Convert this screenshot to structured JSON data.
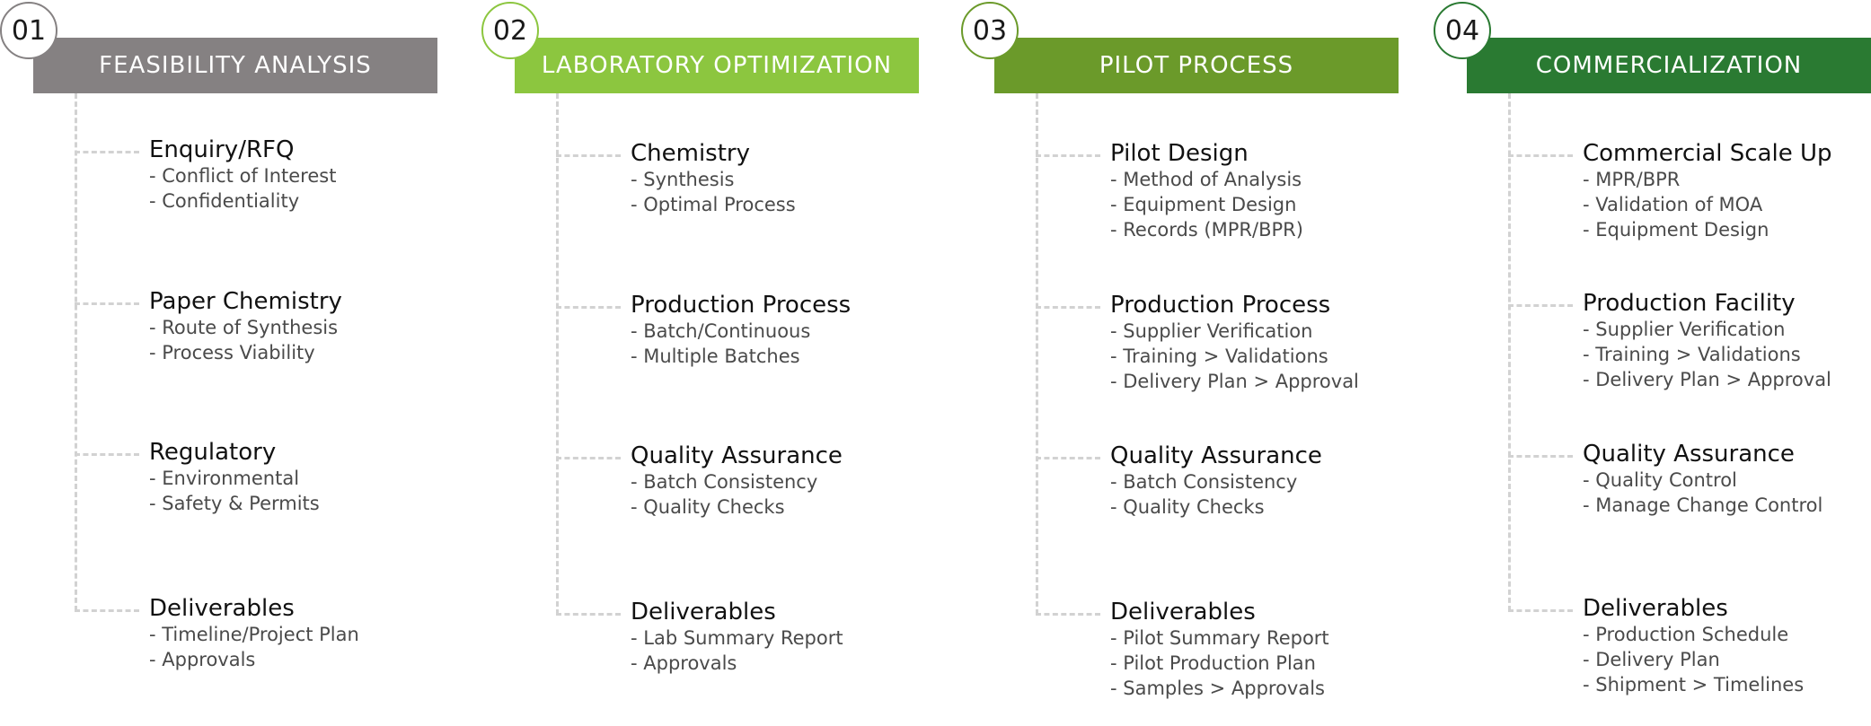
{
  "phases": [
    {
      "number": "01",
      "title": "FEASIBILITY ANALYSIS",
      "color": "#858182",
      "items": [
        {
          "title": "Enquiry/RFQ",
          "subs": [
            "- Conflict of Interest",
            "- Confidentiality"
          ]
        },
        {
          "title": "Paper Chemistry",
          "subs": [
            "- Route of Synthesis",
            "- Process Viability"
          ]
        },
        {
          "title": "Regulatory",
          "subs": [
            "- Environmental",
            "- Safety & Permits"
          ]
        },
        {
          "title": "Deliverables",
          "subs": [
            "- Timeline/Project Plan",
            "- Approvals"
          ]
        }
      ]
    },
    {
      "number": "02",
      "title": "LABORATORY OPTIMIZATION",
      "color": "#8cc63f",
      "items": [
        {
          "title": "Chemistry",
          "subs": [
            "- Synthesis",
            "- Optimal Process"
          ]
        },
        {
          "title": "Production Process",
          "subs": [
            "- Batch/Continuous",
            "- Multiple Batches"
          ]
        },
        {
          "title": "Quality Assurance",
          "subs": [
            "- Batch Consistency",
            "- Quality Checks"
          ]
        },
        {
          "title": "Deliverables",
          "subs": [
            "- Lab Summary Report",
            "- Approvals"
          ]
        }
      ]
    },
    {
      "number": "03",
      "title": "PILOT PROCESS",
      "color": "#6b9a2a",
      "items": [
        {
          "title": "Pilot Design",
          "subs": [
            "- Method of Analysis",
            "- Equipment Design",
            "- Records (MPR/BPR)"
          ]
        },
        {
          "title": "Production Process",
          "subs": [
            "- Supplier Verification",
            "- Training > Validations",
            "- Delivery Plan > Approval"
          ]
        },
        {
          "title": "Quality Assurance",
          "subs": [
            "- Batch Consistency",
            "- Quality Checks"
          ]
        },
        {
          "title": "Deliverables",
          "subs": [
            "- Pilot Summary Report",
            "- Pilot Production Plan",
            "- Samples > Approvals"
          ]
        }
      ]
    },
    {
      "number": "04",
      "title": "COMMERCIALIZATION",
      "color": "#2a7a32",
      "items": [
        {
          "title": "Commercial Scale Up",
          "subs": [
            "- MPR/BPR",
            "- Validation of MOA",
            "- Equipment Design"
          ]
        },
        {
          "title": "Production Facility",
          "subs": [
            "- Supplier Verification",
            "- Training > Validations",
            "- Delivery Plan > Approval"
          ]
        },
        {
          "title": "Quality Assurance",
          "subs": [
            "- Quality Control",
            "- Manage Change Control"
          ]
        },
        {
          "title": "Deliverables",
          "subs": [
            "- Production Schedule",
            "- Delivery Plan",
            "- Shipment > Timelines"
          ]
        }
      ]
    }
  ]
}
